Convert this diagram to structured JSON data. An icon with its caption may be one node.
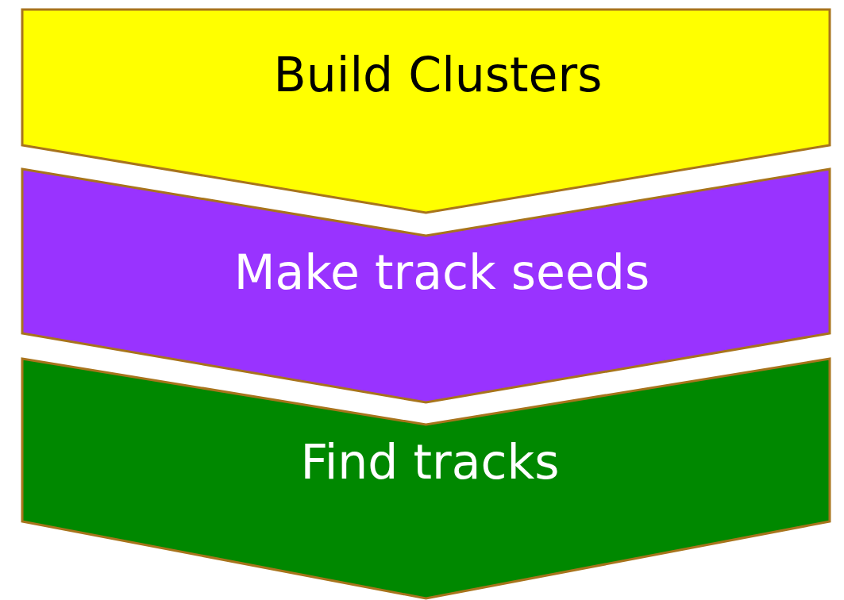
{
  "diagram": {
    "nodes": [
      {
        "text": [
          "Build Clusters"
        ]
      },
      {
        "text": [
          "Make track seeds"
        ]
      },
      {
        "text": [
          "Find tracks"
        ]
      }
    ]
  }
}
